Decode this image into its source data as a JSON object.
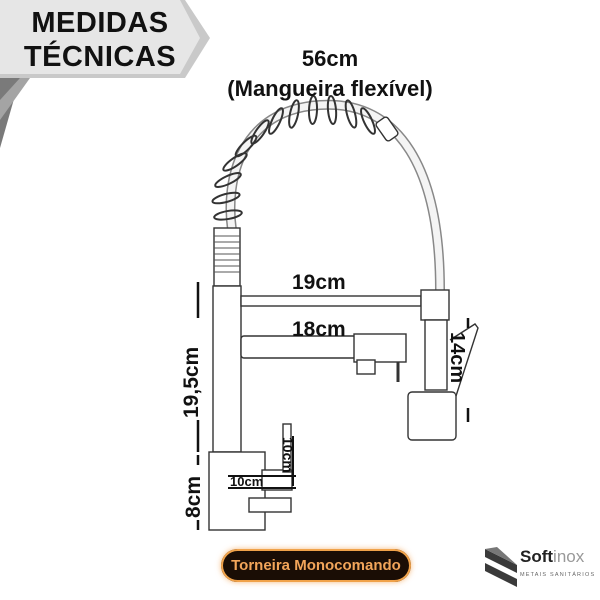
{
  "banner": {
    "line1": "MEDIDAS",
    "line2": "TÉCNICAS"
  },
  "dimensions": {
    "hose_length": "56cm",
    "hose_label": "(Mangueira flexível)",
    "upper_arm": "19cm",
    "lower_arm": "18cm",
    "spray_height": "14cm",
    "body_height": "19,5cm",
    "base_height": "8cm",
    "lever_height": "10cm",
    "lever_length": "10cm"
  },
  "product_label": "Torneira Monocomando",
  "brand": {
    "name": "Soft",
    "suffix": "inox",
    "tagline": "METAIS SANITÁRIOS"
  },
  "colors": {
    "pill_bg": "#1a0d05",
    "pill_text": "#f2a55a",
    "line": "#333333"
  }
}
